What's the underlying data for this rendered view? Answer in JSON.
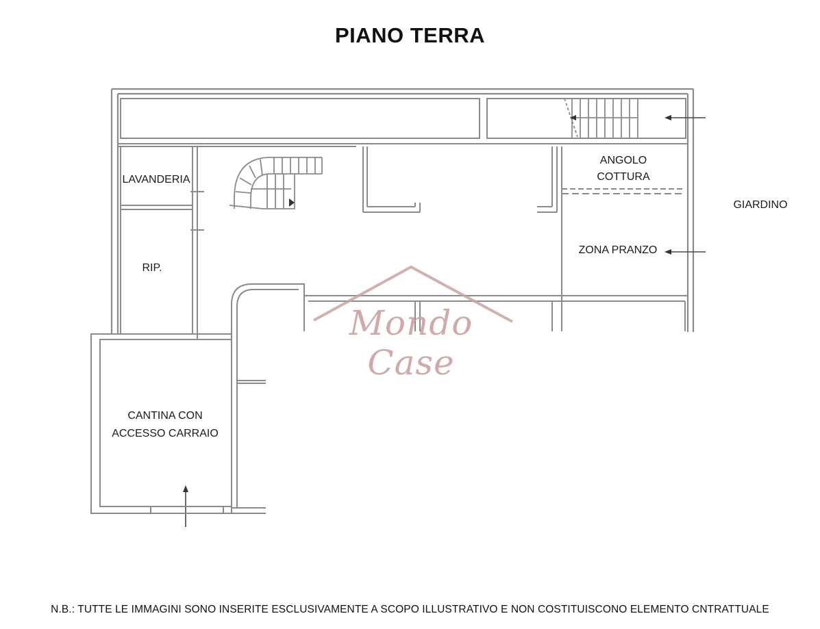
{
  "title": "PIANO TERRA",
  "rooms": {
    "lavanderia": "LAVANDERIA",
    "angolo_cottura_1": "ANGOLO",
    "angolo_cottura_2": "COTTURA",
    "giardino": "GIARDINO",
    "zona_pranzo": "ZONA PRANZO",
    "ripostiglio": "RIP.",
    "cantina_1": "CANTINA CON",
    "cantina_2": "ACCESSO CARRAIO"
  },
  "logo": {
    "text": "Mondo Case",
    "color": "#c9a3a0"
  },
  "footnote": "N.B.: TUTTE LE IMMAGINI SONO INSERITE ESCLUSIVAMENTE A SCOPO ILLUSTRATIVO E NON COSTITUISCONO ELEMENTO CNTRATTUALE",
  "colors": {
    "wall": "#8a8a8a",
    "wall_light": "#c4c4c4",
    "text": "#111111"
  }
}
